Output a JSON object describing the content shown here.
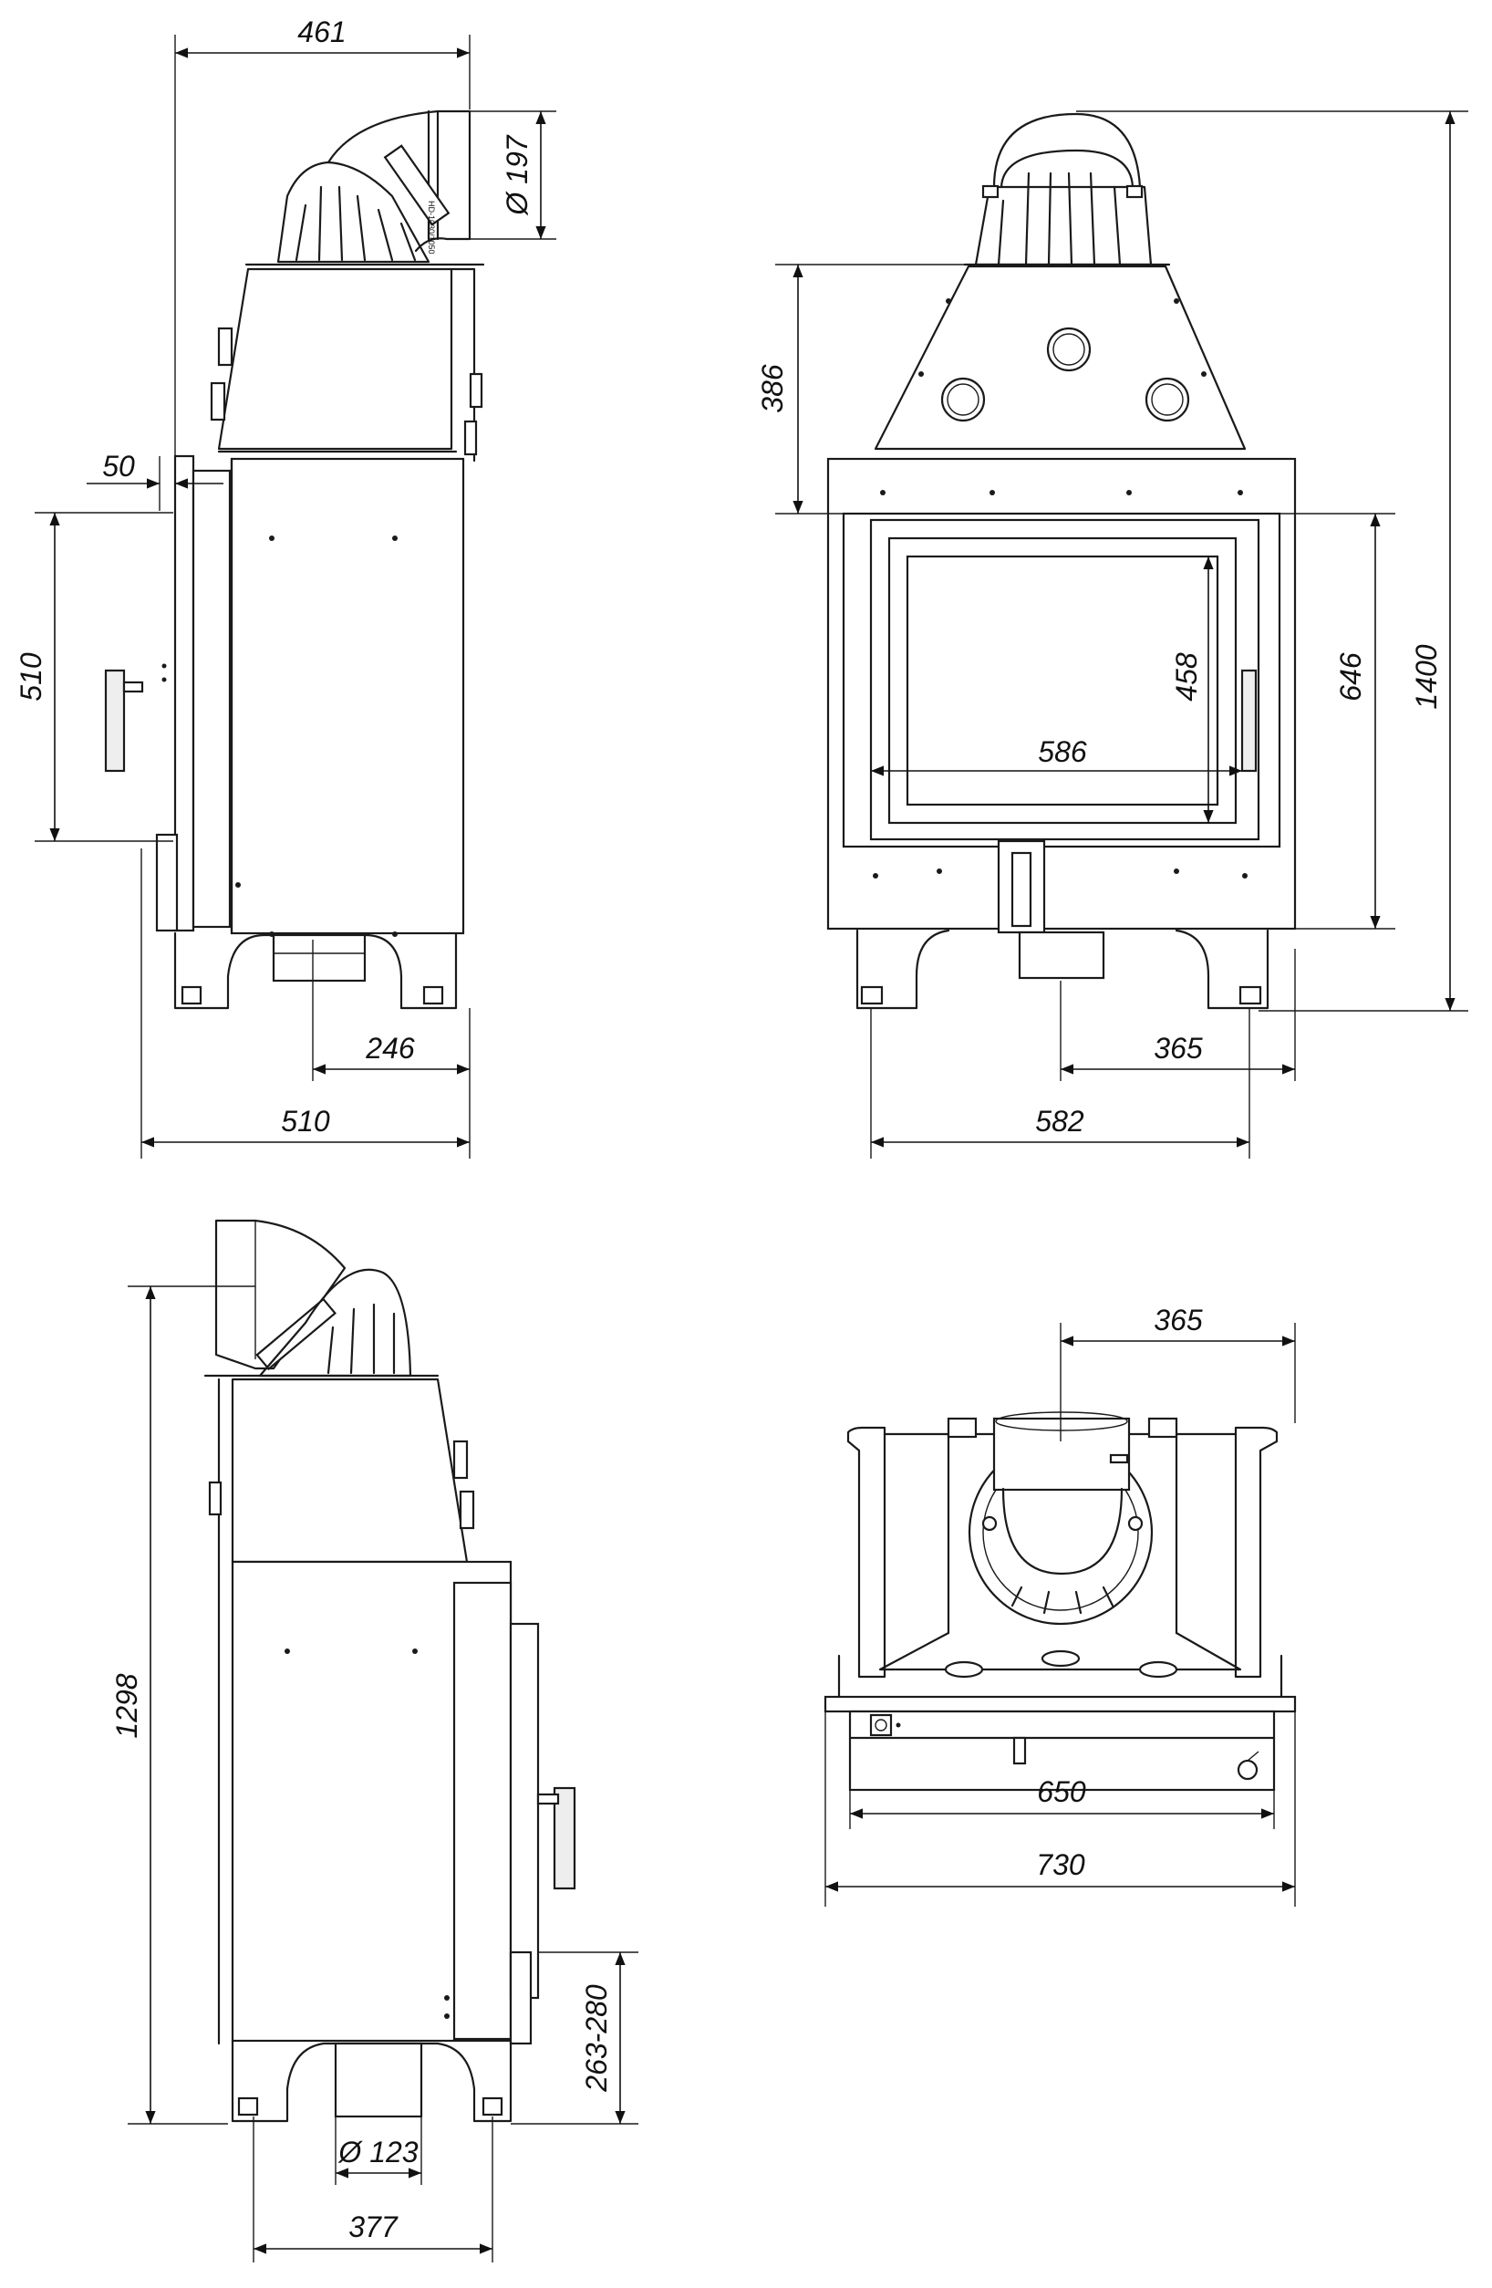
{
  "views": {
    "side_top": {
      "width_total": "461",
      "flue_diameter": "Ø 197",
      "front_offset": "50",
      "door_opening": "510",
      "outlet_offset": "246",
      "depth": "510",
      "label_plate": "HD-1030/1050"
    },
    "front": {
      "hood_height": "386",
      "glass_height": "458",
      "glass_width": "586",
      "opening_height": "646",
      "total_height": "1400",
      "outlet_offset": "365",
      "width": "582"
    },
    "side_bottom": {
      "total_height": "1298",
      "air_inlet_diameter": "Ø 123",
      "depth": "377",
      "foot_range": "263-280"
    },
    "top": {
      "outlet_offset": "365",
      "inner_width": "650",
      "outer_width": "730"
    }
  }
}
